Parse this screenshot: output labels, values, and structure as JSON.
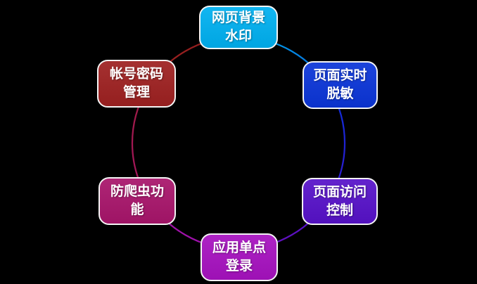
{
  "diagram": {
    "background": "#000000",
    "nodes": [
      {
        "id": "web-background-watermark",
        "label": "网页背景水印",
        "lines": [
          "网页背景",
          "水印"
        ],
        "color": "#00B0F0"
      },
      {
        "id": "realtime-page-masking",
        "label": "页面实时脱敏",
        "lines": [
          "页面实时",
          "脱敏"
        ],
        "color": "#0B35D8"
      },
      {
        "id": "page-access-control",
        "label": "页面访问控制",
        "lines": [
          "页面访问",
          "控制"
        ],
        "color": "#5712C9"
      },
      {
        "id": "app-single-sign-on",
        "label": "应用单点登录",
        "lines": [
          "应用单点",
          "登录"
        ],
        "color": "#A712C0"
      },
      {
        "id": "anti-crawler",
        "label": "防爬虫功能",
        "lines": [
          "防爬虫功",
          "能"
        ],
        "color": "#A8156B"
      },
      {
        "id": "account-password-management",
        "label": "帐号密码管理",
        "lines": [
          "帐号密码",
          "管理"
        ],
        "color": "#9E2121"
      }
    ],
    "connectors": [
      {
        "from_node": "web-background-watermark",
        "to_node": "realtime-page-masking",
        "from": "#00B0F0",
        "to": "#0760D6"
      },
      {
        "from_node": "realtime-page-masking",
        "to_node": "page-access-control",
        "from": "#0B2FD8",
        "to": "#3318CF"
      },
      {
        "from_node": "page-access-control",
        "to_node": "app-single-sign-on",
        "from": "#4A11C6",
        "to": "#6F10BB"
      },
      {
        "from_node": "app-single-sign-on",
        "to_node": "anti-crawler",
        "from": "#9D10B2",
        "to": "#A113A0"
      },
      {
        "from_node": "anti-crawler",
        "to_node": "account-password-management",
        "from": "#A4155F",
        "to": "#9F1C44"
      },
      {
        "from_node": "account-password-management",
        "to_node": "web-background-watermark",
        "from": "#9E2121",
        "to": "#8E1D1D"
      }
    ]
  }
}
